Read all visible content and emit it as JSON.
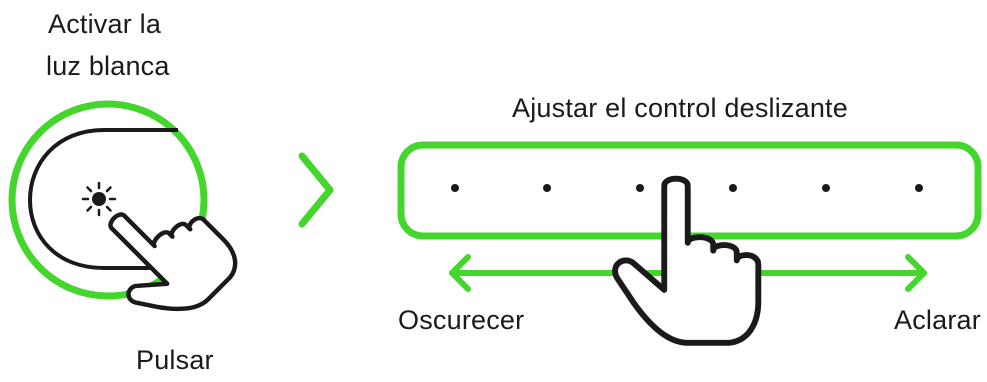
{
  "left_panel": {
    "title_line1": "Activar la",
    "title_line2": "luz blanca",
    "action_label": "Pulsar",
    "icon": "sun-icon"
  },
  "right_panel": {
    "title": "Ajustar el control deslizante",
    "left_label": "Oscurecer",
    "right_label": "Aclarar",
    "slider_dots": 6
  },
  "colors": {
    "accent": "#44d62c",
    "ink": "#1a1a1a"
  },
  "icons": [
    "sun-icon",
    "pointing-hand-icon",
    "chevron-right-icon",
    "arrow-left-icon",
    "arrow-right-icon"
  ]
}
